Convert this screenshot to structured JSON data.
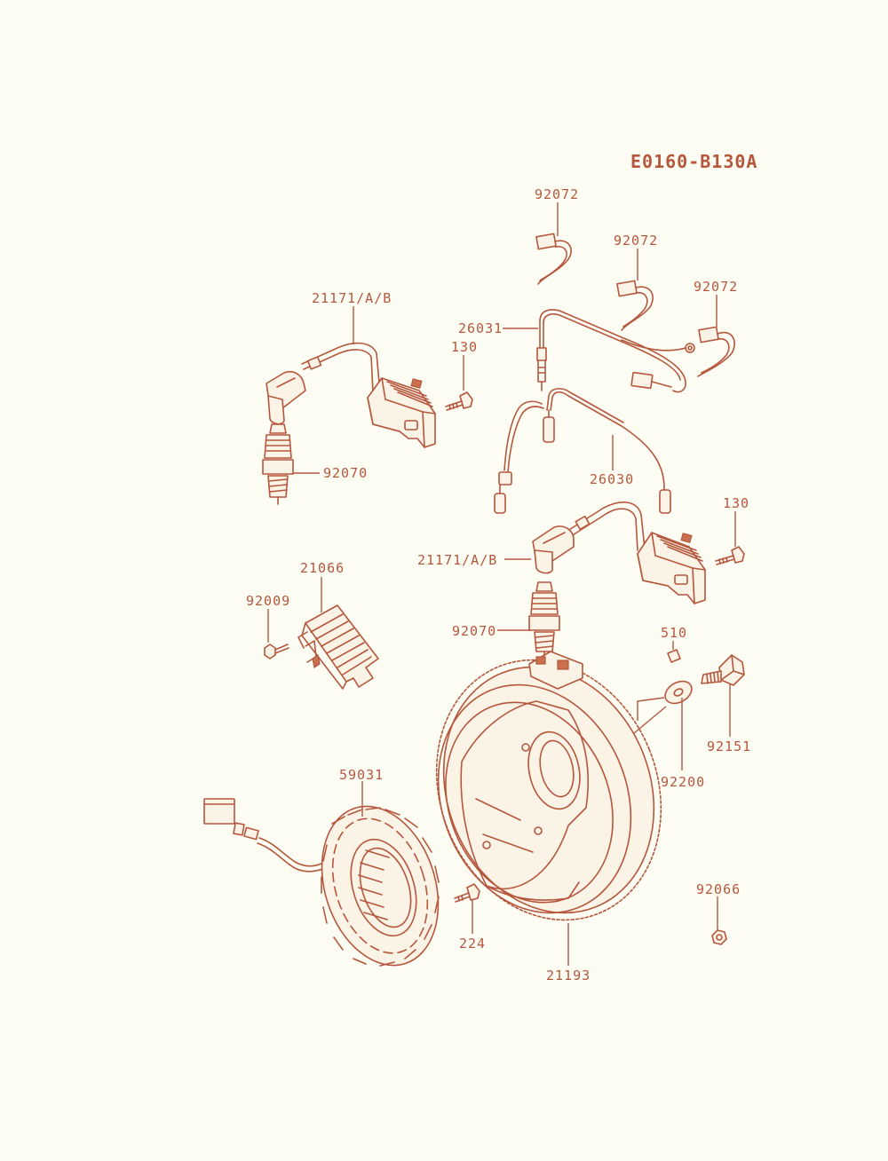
{
  "diagram_code": "E0160-B130A",
  "colors": {
    "line": "#b5573d",
    "background": "#fefdf4",
    "fill": "#fbf3e6"
  },
  "parts": [
    {
      "id": "92072a",
      "number": "92072"
    },
    {
      "id": "92072b",
      "number": "92072"
    },
    {
      "id": "92072c",
      "number": "92072"
    },
    {
      "id": "21171a",
      "number": "21171/A/B"
    },
    {
      "id": "26031",
      "number": "26031"
    },
    {
      "id": "130a",
      "number": "130"
    },
    {
      "id": "92070a",
      "number": "92070"
    },
    {
      "id": "26030",
      "number": "26030"
    },
    {
      "id": "130b",
      "number": "130"
    },
    {
      "id": "21171b",
      "number": "21171/A/B"
    },
    {
      "id": "21066",
      "number": "21066"
    },
    {
      "id": "92009",
      "number": "92009"
    },
    {
      "id": "92070b",
      "number": "92070"
    },
    {
      "id": "510",
      "number": "510"
    },
    {
      "id": "92151",
      "number": "92151"
    },
    {
      "id": "92200",
      "number": "92200"
    },
    {
      "id": "59031",
      "number": "59031"
    },
    {
      "id": "92066",
      "number": "92066"
    },
    {
      "id": "224",
      "number": "224"
    },
    {
      "id": "21193",
      "number": "21193"
    }
  ]
}
